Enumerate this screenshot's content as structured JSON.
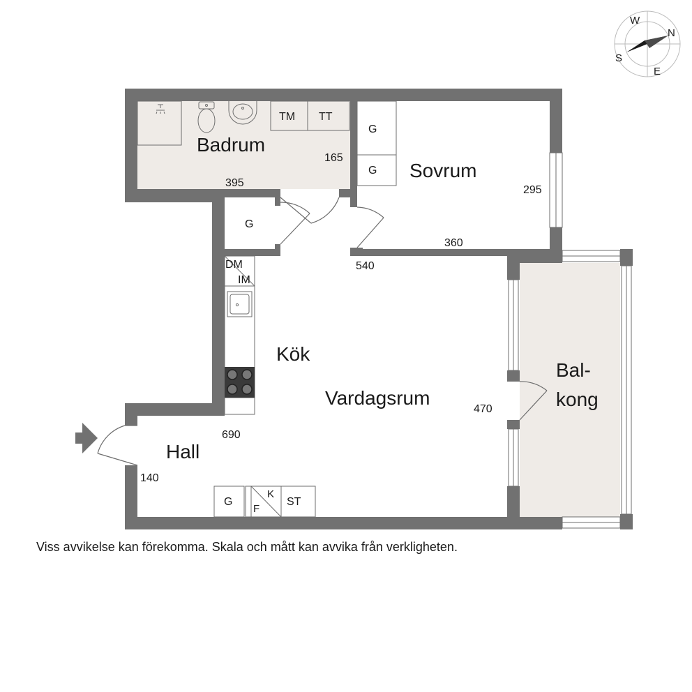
{
  "rooms": {
    "badrum": "Badrum",
    "sovrum": "Sovrum",
    "kok": "Kök",
    "vardagsrum": "Vardagsrum",
    "hall": "Hall",
    "balkong_line1": "Bal-",
    "balkong_line2": "kong"
  },
  "measurements": {
    "badrum_width": "395",
    "badrum_depth": "165",
    "sovrum_depth": "295",
    "sovrum_width": "360",
    "kok_width": "540",
    "vardagsrum_depth": "470",
    "hall_width": "690",
    "hall_depth": "140"
  },
  "fixtures": {
    "tm": "TM",
    "tt": "TT",
    "g": "G",
    "dm": "DM",
    "im": "IM",
    "k": "K",
    "f": "F",
    "st": "ST"
  },
  "compass": {
    "n": "N",
    "e": "E",
    "s": "S",
    "w": "W"
  },
  "disclaimer": "Viss avvikelse kan förekomma. Skala och mått kan avvika från verkligheten.",
  "colors": {
    "wall": "#717171",
    "wet_room_floor": "#efebe7",
    "floor": "#ffffff",
    "fixture_stroke": "#6e6e6e"
  }
}
